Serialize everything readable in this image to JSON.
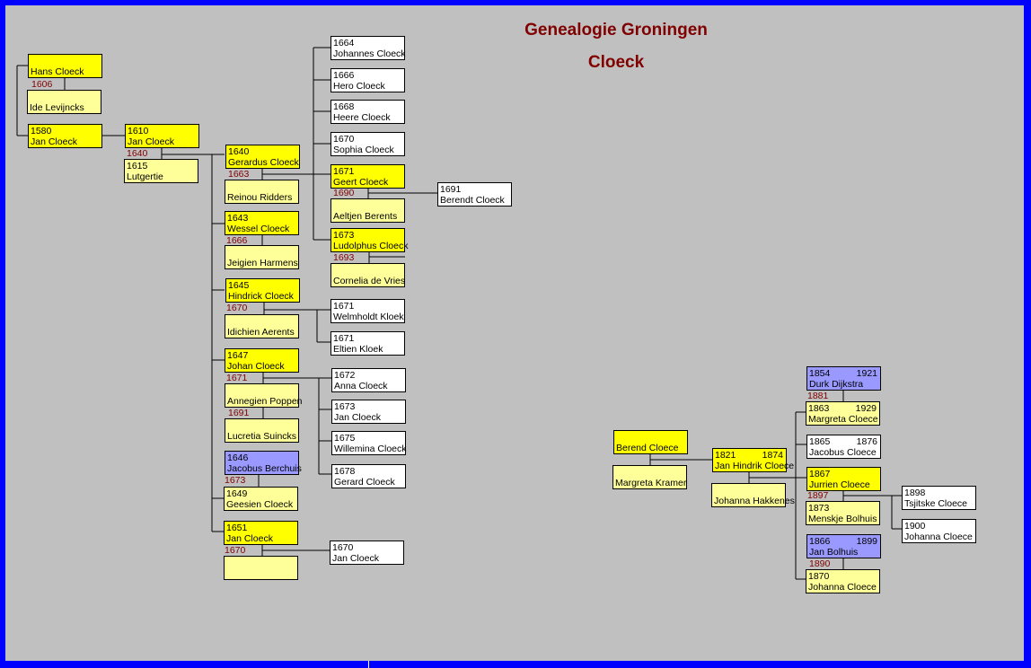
{
  "title": "Genealogie Groningen",
  "subtitle": "Cloeck",
  "colors": {
    "border": "#0000ff",
    "background": "#c0c0c0",
    "title": "#800000",
    "line_person": "#ffff00",
    "spouse": "#ffff99",
    "descendant": "#ffffff",
    "other": "#9999ff",
    "marriage_year": "#800000"
  },
  "persons": [
    {
      "name": "Hans Cloeck",
      "birth": "",
      "death": "",
      "kind": "male"
    },
    {
      "name": "Ide Levijncks",
      "birth": "",
      "death": "",
      "kind": "spouse"
    },
    {
      "name": "Jan Cloeck",
      "birth": "1580",
      "death": "",
      "kind": "male"
    },
    {
      "name": "Jan Cloeck",
      "birth": "1610",
      "death": "",
      "kind": "male"
    },
    {
      "name": "Lutgertie",
      "birth": "1615",
      "death": "",
      "kind": "spouse"
    },
    {
      "name": "Gerardus Cloeck",
      "birth": "1640",
      "death": "",
      "kind": "male"
    },
    {
      "name": "Reinou Ridders",
      "birth": "",
      "death": "",
      "kind": "spouse"
    },
    {
      "name": "Wessel Cloeck",
      "birth": "1643",
      "death": "",
      "kind": "male"
    },
    {
      "name": "Jeigien Harmens",
      "birth": "",
      "death": "",
      "kind": "spouse"
    },
    {
      "name": "Hindrick Cloeck",
      "birth": "1645",
      "death": "",
      "kind": "male"
    },
    {
      "name": "Idichien Aerents",
      "birth": "",
      "death": "",
      "kind": "spouse"
    },
    {
      "name": "Johan Cloeck",
      "birth": "1647",
      "death": "",
      "kind": "male"
    },
    {
      "name": "Annegien Poppen",
      "birth": "",
      "death": "",
      "kind": "spouse"
    },
    {
      "name": "Lucretia Suincks",
      "birth": "",
      "death": "",
      "kind": "spouse"
    },
    {
      "name": "Jacobus Berchuis",
      "birth": "1646",
      "death": "",
      "kind": "other"
    },
    {
      "name": "Geesien Cloeck",
      "birth": "1649",
      "death": "",
      "kind": "spouse"
    },
    {
      "name": "Jan Cloeck",
      "birth": "1651",
      "death": "",
      "kind": "male"
    },
    {
      "name": "",
      "birth": "",
      "death": "",
      "kind": "spouse"
    },
    {
      "name": "Johannes Cloeck",
      "birth": "1664",
      "death": "",
      "kind": "child"
    },
    {
      "name": "Hero Cloeck",
      "birth": "1666",
      "death": "",
      "kind": "child"
    },
    {
      "name": "Heere Cloeck",
      "birth": "1668",
      "death": "",
      "kind": "child"
    },
    {
      "name": "Sophia Cloeck",
      "birth": "1670",
      "death": "",
      "kind": "child"
    },
    {
      "name": "Geert Cloeck",
      "birth": "1671",
      "death": "",
      "kind": "male"
    },
    {
      "name": "Aeltjen Berents",
      "birth": "",
      "death": "",
      "kind": "spouse"
    },
    {
      "name": "Ludolphus Cloeck",
      "birth": "1673",
      "death": "",
      "kind": "male"
    },
    {
      "name": "Cornelia de Vries",
      "birth": "",
      "death": "",
      "kind": "spouse"
    },
    {
      "name": "Welmholdt Kloek",
      "birth": "1671",
      "death": "",
      "kind": "child"
    },
    {
      "name": "Eltien Kloek",
      "birth": "1671",
      "death": "",
      "kind": "child"
    },
    {
      "name": "Anna Cloeck",
      "birth": "1672",
      "death": "",
      "kind": "child"
    },
    {
      "name": "Jan Cloeck",
      "birth": "1673",
      "death": "",
      "kind": "child"
    },
    {
      "name": "Willemina Cloeck",
      "birth": "1675",
      "death": "",
      "kind": "child"
    },
    {
      "name": "Gerard Cloeck",
      "birth": "1678",
      "death": "",
      "kind": "child"
    },
    {
      "name": "Jan Cloeck",
      "birth": "1670",
      "death": "",
      "kind": "child"
    },
    {
      "name": "Berendt Cloeck",
      "birth": "1691",
      "death": "",
      "kind": "child"
    },
    {
      "name": "Berend Cloece",
      "birth": "",
      "death": "",
      "kind": "male"
    },
    {
      "name": "Margreta Kramer",
      "birth": "",
      "death": "",
      "kind": "spouse"
    },
    {
      "name": "Jan Hindrik Cloece",
      "birth": "1821",
      "death": "1874",
      "kind": "male"
    },
    {
      "name": "Johanna Hakkenes",
      "birth": "",
      "death": "",
      "kind": "spouse"
    },
    {
      "name": "Durk Dijkstra",
      "birth": "1854",
      "death": "1921",
      "kind": "other"
    },
    {
      "name": "Margreta Cloece",
      "birth": "1863",
      "death": "1929",
      "kind": "spouse"
    },
    {
      "name": "Jacobus Cloece",
      "birth": "1865",
      "death": "1876",
      "kind": "child"
    },
    {
      "name": "Jurrien Cloece",
      "birth": "1867",
      "death": "",
      "kind": "male"
    },
    {
      "name": "Menskje Bolhuis",
      "birth": "1873",
      "death": "",
      "kind": "spouse"
    },
    {
      "name": "Jan Bolhuis",
      "birth": "1866",
      "death": "1899",
      "kind": "other"
    },
    {
      "name": "Johanna Cloece",
      "birth": "1870",
      "death": "",
      "kind": "spouse"
    },
    {
      "name": "Tsjitske Cloece",
      "birth": "1898",
      "death": "",
      "kind": "child"
    },
    {
      "name": "Johanna Cloece",
      "birth": "1900",
      "death": "",
      "kind": "child"
    }
  ],
  "marriages": [
    "1606",
    "1640",
    "1663",
    "1666",
    "1670",
    "1671",
    "1691",
    "1673",
    "1670",
    "1690",
    "1693",
    "1881",
    "1897",
    "1890"
  ]
}
